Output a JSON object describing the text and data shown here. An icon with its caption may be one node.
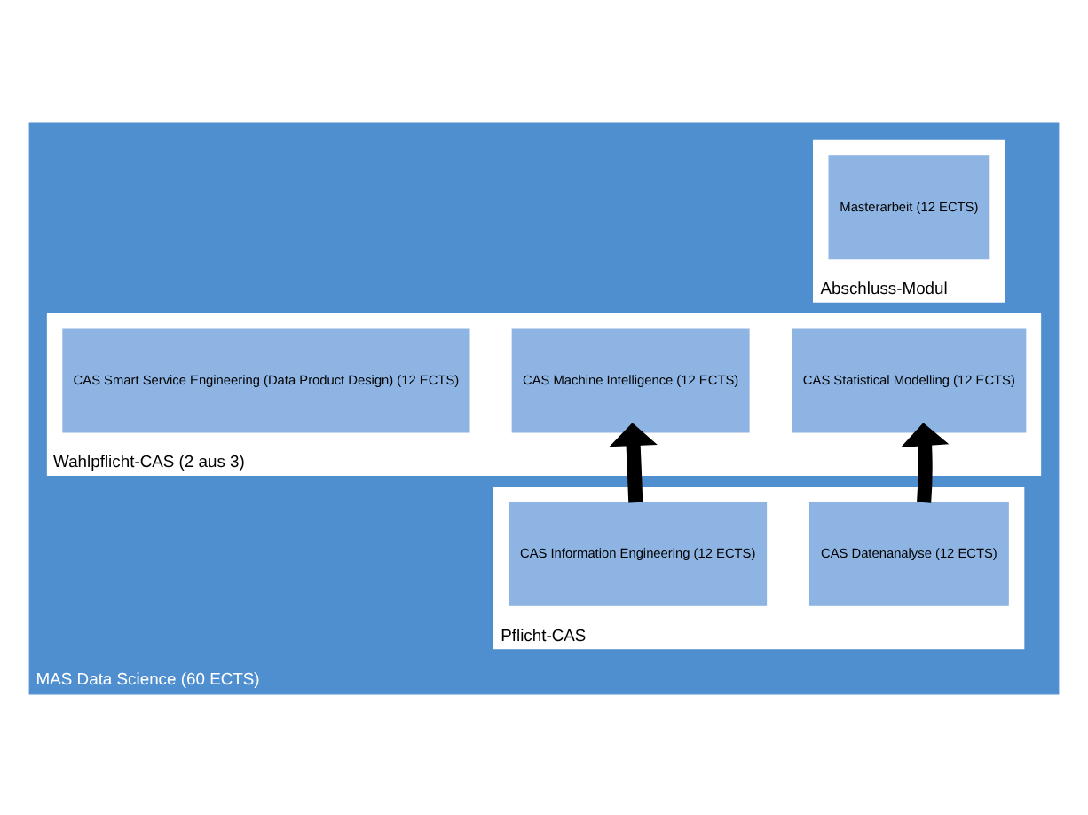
{
  "diagram": {
    "nodes": [
      {
        "text": [
          "MAS Data Science (60 ECTS)"
        ]
      },
      {
        "text": [
          "Abschluss-Modul"
        ],
        "in": 0
      },
      {
        "text": [
          "Masterarbeit (12 ECTS)"
        ],
        "in": 1
      },
      {
        "text": [
          "Wahlpflicht-CAS (2 aus 3)"
        ],
        "in": 0
      },
      {
        "text": [
          "CAS Statistical Modelling (12 ECTS)"
        ],
        "in": 3
      },
      {
        "text": [
          "CAS Machine Intelligence (12 ECTS)"
        ],
        "in": 3
      },
      {
        "text": [
          "CAS Smart Service Engineering (Data Product Design) (12 ECTS)"
        ],
        "in": 3
      },
      {
        "text": [
          "Pflicht-CAS"
        ],
        "in": 0
      },
      {
        "text": [
          "CAS Datenanalyse (12 ECTS)"
        ],
        "in": 7
      },
      {
        "text": [
          "CAS Information Engineering (12 ECTS)"
        ],
        "in": 7
      }
    ],
    "edges": [
      {
        "from": 8,
        "to": 4,
        "arrow": "to"
      },
      {
        "from": 9,
        "to": 5,
        "arrow": "to"
      }
    ]
  }
}
